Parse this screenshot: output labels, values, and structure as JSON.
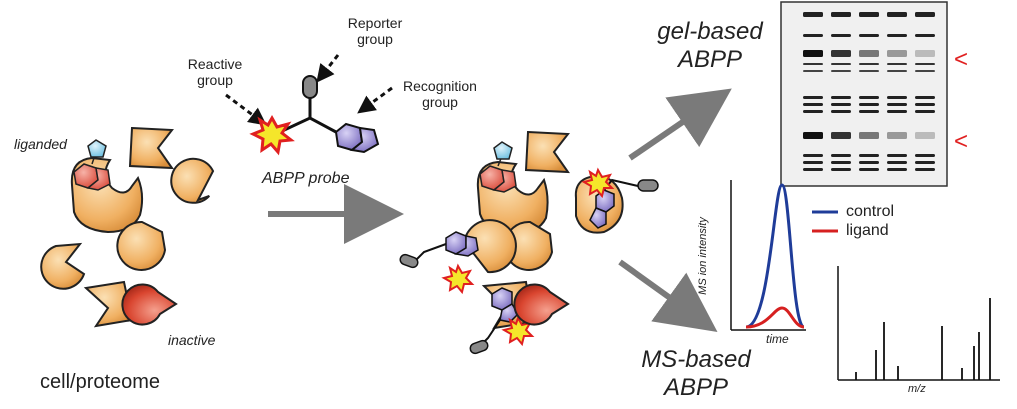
{
  "labels": {
    "reporter_group": "Reporter\ngroup",
    "reactive_group": "Reactive\ngroup",
    "recognition_group": "Recognition\ngroup",
    "probe": "ABPP probe",
    "liganded": "liganded",
    "inactive": "inactive",
    "cell_proteome": "cell/proteome",
    "gel_based": "gel-based\nABPP",
    "ms_based": "MS-based\nABPP",
    "gel_marker_1": "<",
    "gel_marker_2": "<"
  },
  "ms_trace": {
    "legend": [
      {
        "name": "control",
        "color": "#1f3c99"
      },
      {
        "name": "ligand",
        "color": "#d62020"
      }
    ],
    "ylabel": "MS ion intensity",
    "xlabel": "time"
  },
  "ms_spectrum": {
    "xlabel": "m/z"
  },
  "colors": {
    "protein_fill": "#f2b96b",
    "inactive_fill": "#d9452f",
    "probe_recognition": "#8b7fc8",
    "probe_star": "#f5e62a",
    "ligand_red": "#e8675a",
    "ligand_blue": "#7ec8e3",
    "arrow": "#7a7a7a"
  }
}
